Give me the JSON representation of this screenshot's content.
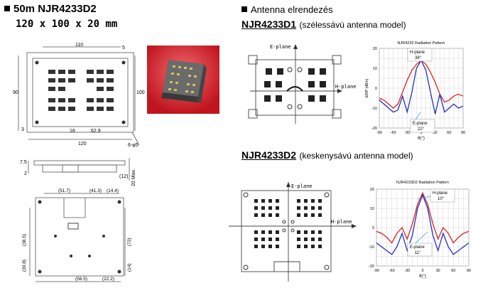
{
  "left": {
    "title": "50m NJR4233D2",
    "dimensions": "120 x 100 x 20 mm",
    "drawing_top": {
      "d110": "110",
      "d5": "5",
      "d90": "90",
      "d100": "100",
      "d3": "3",
      "d16": "16",
      "d629": "62.9",
      "d120": "120",
      "hole": "6-φ5"
    },
    "drawing_side": {
      "d75": "7.5",
      "d2": "2",
      "d12": "(12)",
      "max": "20 Max."
    },
    "drawing_bottom": {
      "d517": "(51.7)",
      "d413": "(41.3)",
      "d144": "(14.4)",
      "d385": "(38.5)",
      "d308": "(30.8)",
      "d72": "(72)",
      "d14": "(14)",
      "d565": "(56.5)",
      "d222": "(22.2)"
    }
  },
  "right": {
    "section_title": "Antenna elrendezés",
    "d1": {
      "model": "NJR4233D1",
      "desc": "(szélessávú antenna model)",
      "e_plane": "E-plane",
      "h_plane": "H-plane"
    },
    "d2": {
      "model": "NJR4233D2",
      "desc": "(keskenysávú antenna model)",
      "e_plane": "E-plane",
      "h_plane": "H-plane"
    }
  },
  "colors": {
    "h_plane": "#e02020",
    "e_plane": "#2030c0",
    "photo_bg": "#d62230",
    "arrow": "#3aa0d8"
  },
  "chart_data": [
    {
      "type": "line",
      "title": "NJR4233 Radiation Pattern",
      "xlabel": "θ(°)",
      "ylabel": "EIRP (dBm)",
      "xlim": [
        -90,
        90
      ],
      "ylim": [
        -20,
        20
      ],
      "xticks": [
        "-90",
        "-60",
        "-30",
        "0",
        "30",
        "60",
        "90"
      ],
      "yticks": [
        "20",
        "10",
        "0",
        "-10",
        "-20"
      ],
      "grid": true,
      "annotations": [
        {
          "text": "H-plane",
          "value": "38°"
        },
        {
          "text": "E-plane",
          "value": "22°"
        }
      ],
      "series": [
        {
          "name": "H-plane",
          "color": "#e02020",
          "x": [
            -90,
            -80,
            -70,
            -60,
            -50,
            -40,
            -30,
            -20,
            -10,
            0,
            10,
            20,
            30,
            40,
            50,
            60,
            70,
            80,
            90
          ],
          "y": [
            -5,
            -6,
            -8,
            -10,
            -8,
            -2,
            4,
            9,
            12,
            14,
            12,
            8,
            3,
            -3,
            -7,
            -6,
            -4,
            -3,
            -4
          ]
        },
        {
          "name": "E-plane",
          "color": "#2030c0",
          "x": [
            -90,
            -80,
            -70,
            -60,
            -50,
            -40,
            -30,
            -20,
            -10,
            0,
            10,
            20,
            30,
            40,
            50,
            60,
            70,
            80,
            90
          ],
          "y": [
            -6,
            -8,
            -10,
            -12,
            -11,
            -4,
            -12,
            -2,
            10,
            14,
            9,
            -2,
            -13,
            -3,
            -12,
            -10,
            -8,
            -10,
            -9
          ]
        }
      ]
    },
    {
      "type": "line",
      "title": "NJR4233D2 Radiation Pattern",
      "xlabel": "θ(°)",
      "ylabel": "",
      "xlim": [
        -90,
        90
      ],
      "ylim": [
        -20,
        20
      ],
      "xticks": [
        "-90",
        "-60",
        "-30",
        "0",
        "30",
        "60",
        "90"
      ],
      "yticks": [
        "20",
        "10",
        "0",
        "-10",
        "-20"
      ],
      "grid": true,
      "annotations": [
        {
          "text": "H-plane",
          "value": "10°"
        },
        {
          "text": "E-plane",
          "value": "11°"
        }
      ],
      "series": [
        {
          "name": "H-plane",
          "color": "#e02020",
          "x": [
            -90,
            -80,
            -70,
            -60,
            -50,
            -40,
            -30,
            -20,
            -10,
            0,
            10,
            20,
            30,
            40,
            50,
            60,
            70,
            80,
            90
          ],
          "y": [
            -2,
            -3,
            -5,
            -8,
            -3,
            0,
            -6,
            2,
            12,
            18,
            12,
            2,
            -6,
            0,
            -3,
            -8,
            -5,
            -3,
            -2
          ]
        },
        {
          "name": "E-plane",
          "color": "#2030c0",
          "x": [
            -90,
            -80,
            -70,
            -60,
            -50,
            -40,
            -30,
            -20,
            -10,
            0,
            10,
            20,
            30,
            40,
            50,
            60,
            70,
            80,
            90
          ],
          "y": [
            -8,
            -10,
            -12,
            -14,
            -10,
            -3,
            -12,
            -4,
            10,
            17,
            10,
            -4,
            -12,
            -3,
            -10,
            -14,
            -12,
            -10,
            -8
          ]
        }
      ]
    }
  ]
}
